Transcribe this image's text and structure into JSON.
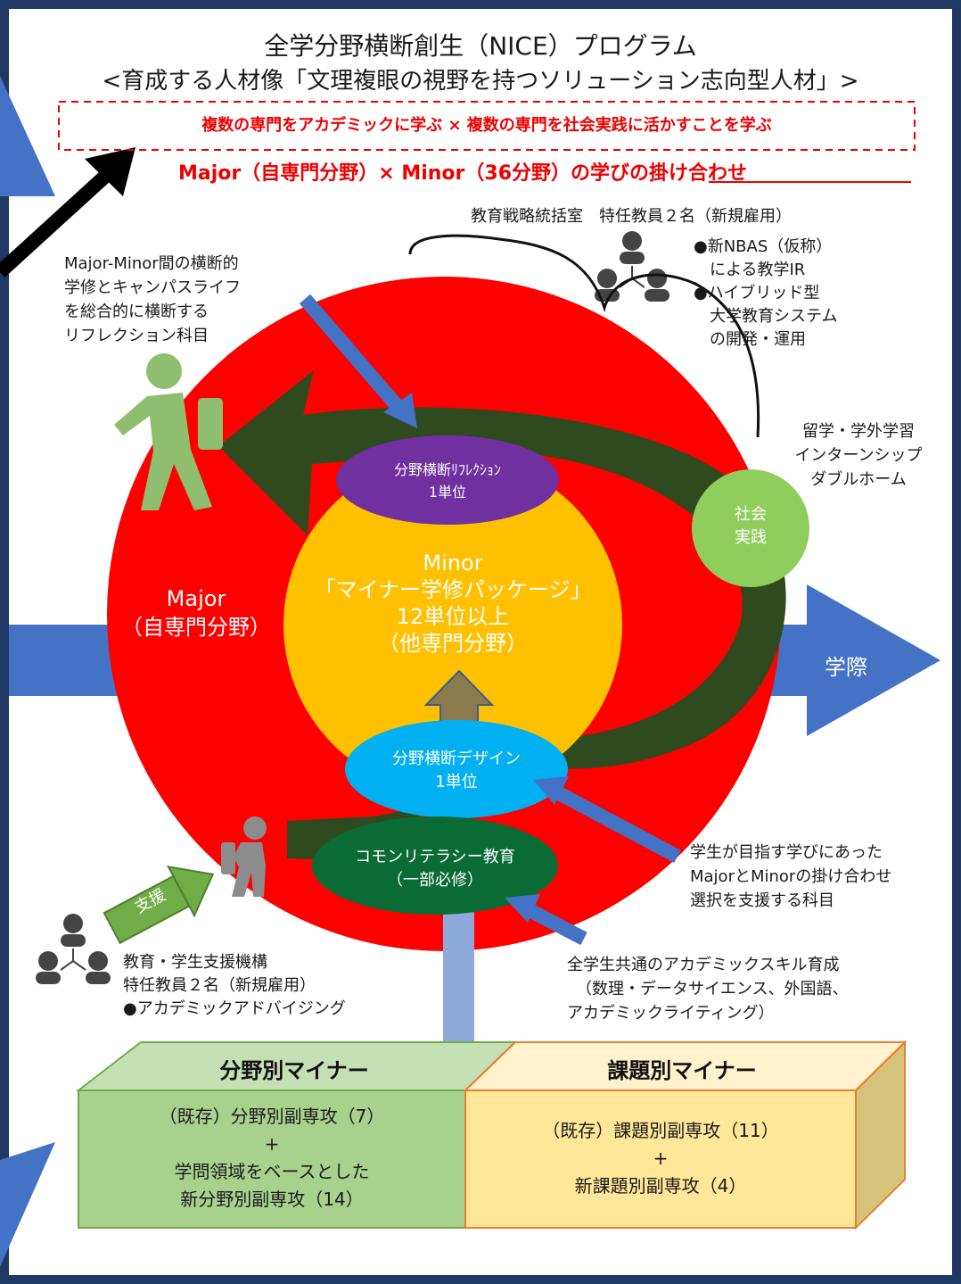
{
  "header": {
    "title": "全学分野横断創生（NICE）プログラム",
    "subtitle": "<育成する人材像「文理複眼の視野を持つソリューション志向型人材」>",
    "dashed_box_text": "複数の専門をアカデミックに学ぶ × 複数の専門を社会実践に活かすことを学ぶ",
    "major_minor_prefix": "Major（自専門分野）× Minor（36分野）の",
    "major_minor_underlined": "学びの掛け合わせ"
  },
  "strategy_office": {
    "title": "教育戦略統括室　特任教員２名（新規雇用）",
    "bullet1_line1": "●新NBAS（仮称）",
    "bullet1_line2": "による教学IR",
    "bullet2_line1": "●ハイブリッド型",
    "bullet2_line2": "大学教育システム",
    "bullet2_line3": "の開発・運用"
  },
  "reflection_note": {
    "line1": "Major-Minor間の横断的",
    "line2": "学修とキャンパスライフ",
    "line3": "を総合的に横断する",
    "line4": "リフレクション科目"
  },
  "external_learning": {
    "line1": "留学・学外学習",
    "line2": "インターンシップ",
    "line3": "ダブルホーム"
  },
  "social_practice": {
    "line1": "社会",
    "line2": "実践"
  },
  "reflection_course": {
    "line1": "分野横断ﾘﾌﾚｸｼｮﾝ",
    "line2": "1単位"
  },
  "major": {
    "line1": "Major",
    "line2": "（自専門分野）"
  },
  "minor": {
    "line1": "Minor",
    "line2": "「マイナー学修パッケージ」",
    "line3": "12単位以上",
    "line4": "（他専門分野）"
  },
  "interdisciplinary_label": "学際",
  "design_course": {
    "line1": "分野横断デザイン",
    "line2": "1単位"
  },
  "common_literacy": {
    "line1": "コモンリテラシー教育",
    "line2": "（一部必修）"
  },
  "selection_support": {
    "line1": "学生が目指す学びにあった",
    "line2": "MajorとMinorの掛け合わせ",
    "line3": "選択を支援する科目"
  },
  "support_arrow_label": "支援",
  "support_org": {
    "line1": "教育・学生支援機構",
    "line2": "特任教員２名（新規雇用）",
    "line3": "●アカデミックアドバイジング"
  },
  "academic_skills": {
    "line1": "全学生共通のアカデミックスキル育成",
    "line2": "（数理・データサイエンス、外国語、",
    "line3": "アカデミックライティング）"
  },
  "field_minor": {
    "title": "分野別マイナー",
    "line1": "（既存）分野別副専攻（7）",
    "line2": "+",
    "line3": "学問領域をベースとした",
    "line4": "新分野別副専攻（14）"
  },
  "theme_minor": {
    "title": "課題別マイナー",
    "line1": "（既存）課題別副専攻（11）",
    "line2": "+",
    "line3": "新課題別副専攻（4）"
  },
  "colors": {
    "frame": "#1f3864",
    "major_circle": "#ff0000",
    "minor_circle": "#ffc000",
    "dark_green_arrow": "#2e4a1e",
    "reflection_ellipse": "#7030a0",
    "design_ellipse": "#00b0f0",
    "literacy_ellipse": "#00703c",
    "social_circle": "#70ad47",
    "blue_arrow": "#4472c4",
    "field_box": "#a9d18e",
    "theme_box": "#ffe699"
  }
}
